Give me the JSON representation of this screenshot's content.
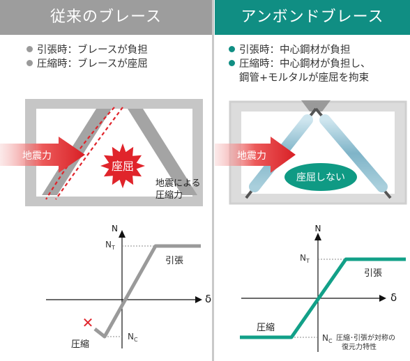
{
  "left": {
    "title": "従来のブレース",
    "bullets": [
      "引張時：ブレースが負担",
      "圧縮時：ブレースが座屈"
    ],
    "frame": {
      "force_label": "地震力",
      "buckle_label": "座屈",
      "compression_label_1": "地震による",
      "compression_label_2": "圧縮力"
    },
    "graph": {
      "axis_y": "N",
      "axis_x": "δ",
      "nt_main": "N",
      "nt_sub": "T",
      "nc_main": "N",
      "nc_sub": "C",
      "tension_label": "引張",
      "compression_label": "圧縮",
      "failure_mark": "✕"
    }
  },
  "right": {
    "title": "アンボンドブレース",
    "bullets": [
      "引張時：中心鋼材が負担",
      "圧縮時：中心鋼材が負担し、",
      "鋼管+モルタルが座屈を拘束"
    ],
    "frame": {
      "force_label": "地震力",
      "no_buckle_label": "座屈しない"
    },
    "graph": {
      "axis_y": "N",
      "axis_x": "δ",
      "nt_main": "N",
      "nt_sub": "T",
      "nc_main": "N",
      "nc_sub": "C",
      "tension_label": "引張",
      "compression_label": "圧縮",
      "note_1": "圧縮･引張が対称の",
      "note_2": "復元力特性"
    }
  },
  "colors": {
    "gray_header": "#9d9d9d",
    "teal_header": "#108e83",
    "red_accent": "#e0242b",
    "teal_line": "#12a088",
    "gray_line": "#9a9a9a"
  }
}
